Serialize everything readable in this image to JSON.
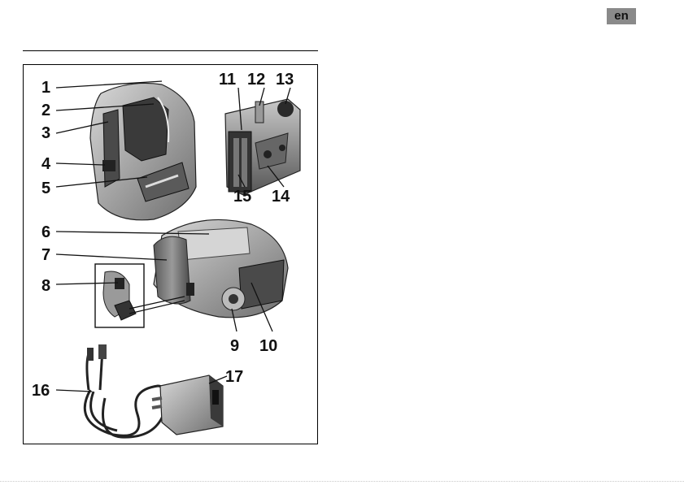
{
  "language_badge": "en",
  "figure": {
    "labels": [
      "1",
      "2",
      "3",
      "4",
      "5",
      "6",
      "7",
      "8",
      "9",
      "10",
      "11",
      "12",
      "13",
      "14",
      "15",
      "16",
      "17"
    ]
  }
}
